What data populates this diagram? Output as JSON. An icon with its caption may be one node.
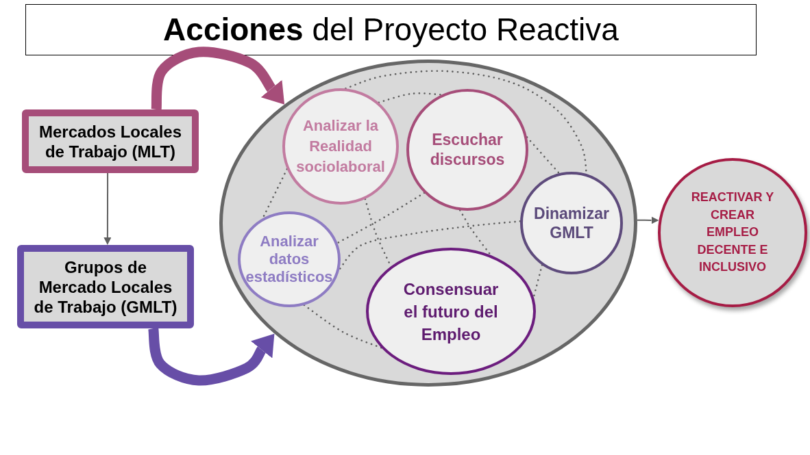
{
  "diagram": {
    "title": "**Acciones** del Proyecto Reactiva",
    "nodes": [
      {
        "text": [
          "Mercados Locales de Trabajo (MLT)"
        ]
      },
      {
        "text": [
          "Grupos de Mercado Locales de Trabajo (GMLT)"
        ]
      },
      {
        "text": [],
        "shape": "ellipse"
      },
      {
        "text": [
          "Analizar la Realidad sociolaboral"
        ],
        "in": 2
      },
      {
        "text": [
          "Escuchar discursos"
        ],
        "in": 2
      },
      {
        "text": [
          "Dinamizar GMLT"
        ],
        "in": 2
      },
      {
        "text": [
          "Analizar datos estadísticos"
        ],
        "in": 2
      },
      {
        "text": [
          "Consensuar el futuro del Empleo"
        ],
        "in": 2
      },
      {
        "text": [
          "REACTIVAR Y CREAR EMPLEO DECENTE E INCLUSIVO"
        ]
      }
    ],
    "edges": [
      {
        "from": 0,
        "to": 2,
        "arrow": "to",
        "style": "thick",
        "color": "#a64d79"
      },
      {
        "from": 0,
        "to": 1,
        "arrow": "to"
      },
      {
        "from": 1,
        "to": 2,
        "arrow": "to",
        "style": "thick",
        "color": "#674ea7"
      },
      {
        "from": 2,
        "to": 8,
        "arrow": "to"
      },
      {
        "from": 3,
        "to": 4,
        "arrow": "none",
        "style": "dashed"
      },
      {
        "from": 3,
        "to": 5,
        "arrow": "none",
        "style": "dashed"
      },
      {
        "from": 3,
        "to": 6,
        "arrow": "none",
        "style": "dashed"
      },
      {
        "from": 3,
        "to": 7,
        "arrow": "none",
        "style": "dashed"
      },
      {
        "from": 4,
        "to": 5,
        "arrow": "none",
        "style": "dashed"
      },
      {
        "from": 4,
        "to": 6,
        "arrow": "none",
        "style": "dashed"
      },
      {
        "from": 4,
        "to": 7,
        "arrow": "none",
        "style": "dashed"
      },
      {
        "from": 5,
        "to": 6,
        "arrow": "none",
        "style": "dashed"
      },
      {
        "from": 5,
        "to": 7,
        "arrow": "none",
        "style": "dashed"
      },
      {
        "from": 6,
        "to": 7,
        "arrow": "none",
        "style": "dashed"
      }
    ]
  }
}
